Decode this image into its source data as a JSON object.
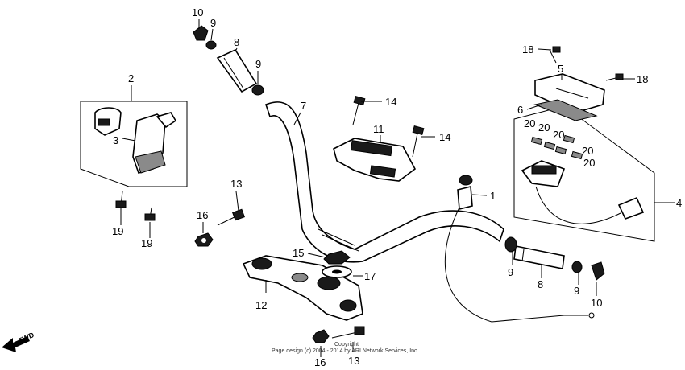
{
  "callouts": {
    "c1": "1",
    "c2": "2",
    "c3": "3",
    "c4": "4",
    "c5": "5",
    "c6": "6",
    "c7": "7",
    "c8a": "8",
    "c8b": "8",
    "c9a": "9",
    "c9b": "9",
    "c9c": "9",
    "c9d": "9",
    "c10a": "10",
    "c10b": "10",
    "c11": "11",
    "c12": "12",
    "c13a": "13",
    "c13b": "13",
    "c14a": "14",
    "c14b": "14",
    "c15": "15",
    "c16a": "16",
    "c16b": "16",
    "c17": "17",
    "c18a": "18",
    "c18b": "18",
    "c19a": "19",
    "c19b": "19",
    "c20a": "20",
    "c20b": "20",
    "c20c": "20",
    "c20d": "20",
    "c20e": "20"
  },
  "fwd_label": "FWD",
  "copyright_line1": "Copyright",
  "copyright_line2": "Page design (c) 2004 - 2014 by ARI Network Services, Inc."
}
